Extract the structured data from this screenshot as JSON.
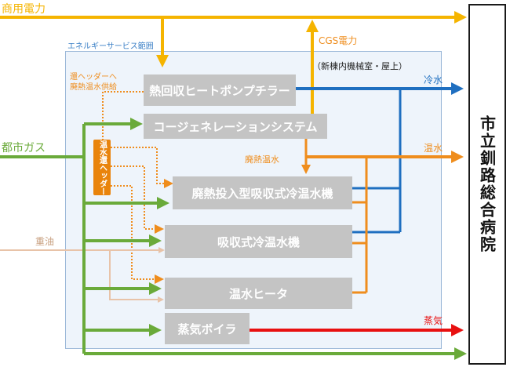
{
  "labels": {
    "commercial_power": "商用電力",
    "city_gas": "都市ガス",
    "heavy_oil": "重油",
    "scope": "エネルギーサービス範囲",
    "cgs_power": "CGS電力",
    "location": "（新棟内機械室・屋上）",
    "return_header_line1": "還ヘッダーへ",
    "return_header_line2": "廃熱温水供給",
    "waste_hot_water": "廃熱温水",
    "cold_water": "冷水",
    "hot_water": "温水",
    "steam": "蒸気",
    "hot_water_return_header": "温水還ヘッダー"
  },
  "boxes": {
    "heat_pump_chiller": "熱回収ヒートポンプチラー",
    "cogeneration": "コージェネレーションシステム",
    "waste_heat_absorption": "廃熱投入型吸収式冷温水機",
    "absorption": "吸収式冷温水機",
    "hot_water_heater": "温水ヒータ",
    "steam_boiler": "蒸気ボイラ"
  },
  "hospital": "市立釧路総合病院",
  "colors": {
    "power": "#f5b400",
    "gas": "#6aaa3a",
    "oil": "#e8c3a8",
    "cold": "#1f6fc0",
    "hot": "#ef8d1d",
    "steam": "#e81010",
    "box": "#c4c4c4",
    "scope_fill": "#eef4fb",
    "scope_border": "#9bb8d8"
  }
}
